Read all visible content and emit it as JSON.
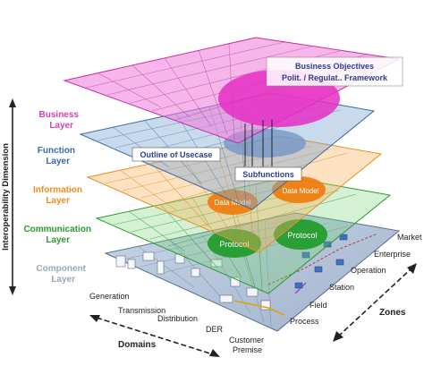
{
  "axis": {
    "vertical": "Interoperability Dimension",
    "domains": "Domains",
    "zones": "Zones"
  },
  "layers": {
    "business": {
      "line1": "Business",
      "line2": "Layer",
      "color": "#d63fb6"
    },
    "function": {
      "line1": "Function",
      "line2": "Layer",
      "color": "#3a6aa8"
    },
    "information": {
      "line1": "Information",
      "line2": "Layer",
      "color": "#f08c1c"
    },
    "communication": {
      "line1": "Communication",
      "line2": "Layer",
      "color": "#2c9a2c"
    },
    "component": {
      "line1": "Component",
      "line2": "Layer",
      "color": "#9aa7b8"
    }
  },
  "callouts": {
    "business_objectives_line1": "Business Objectives",
    "business_objectives_line2": "Polit. / Regulat.. Framework",
    "outline_usecase": "Outline of Usecase",
    "subfunctions": "Subfunctions",
    "data_model_1": "Data Model",
    "data_model_2": "Data Model",
    "protocol_1": "Protocol",
    "protocol_2": "Protocol"
  },
  "domains": [
    "Generation",
    "Transmission",
    "Distribution",
    "DER",
    "Customer",
    "Premise"
  ],
  "zones": [
    "Market",
    "Enterprise",
    "Operation",
    "Station",
    "Field",
    "Process"
  ]
}
